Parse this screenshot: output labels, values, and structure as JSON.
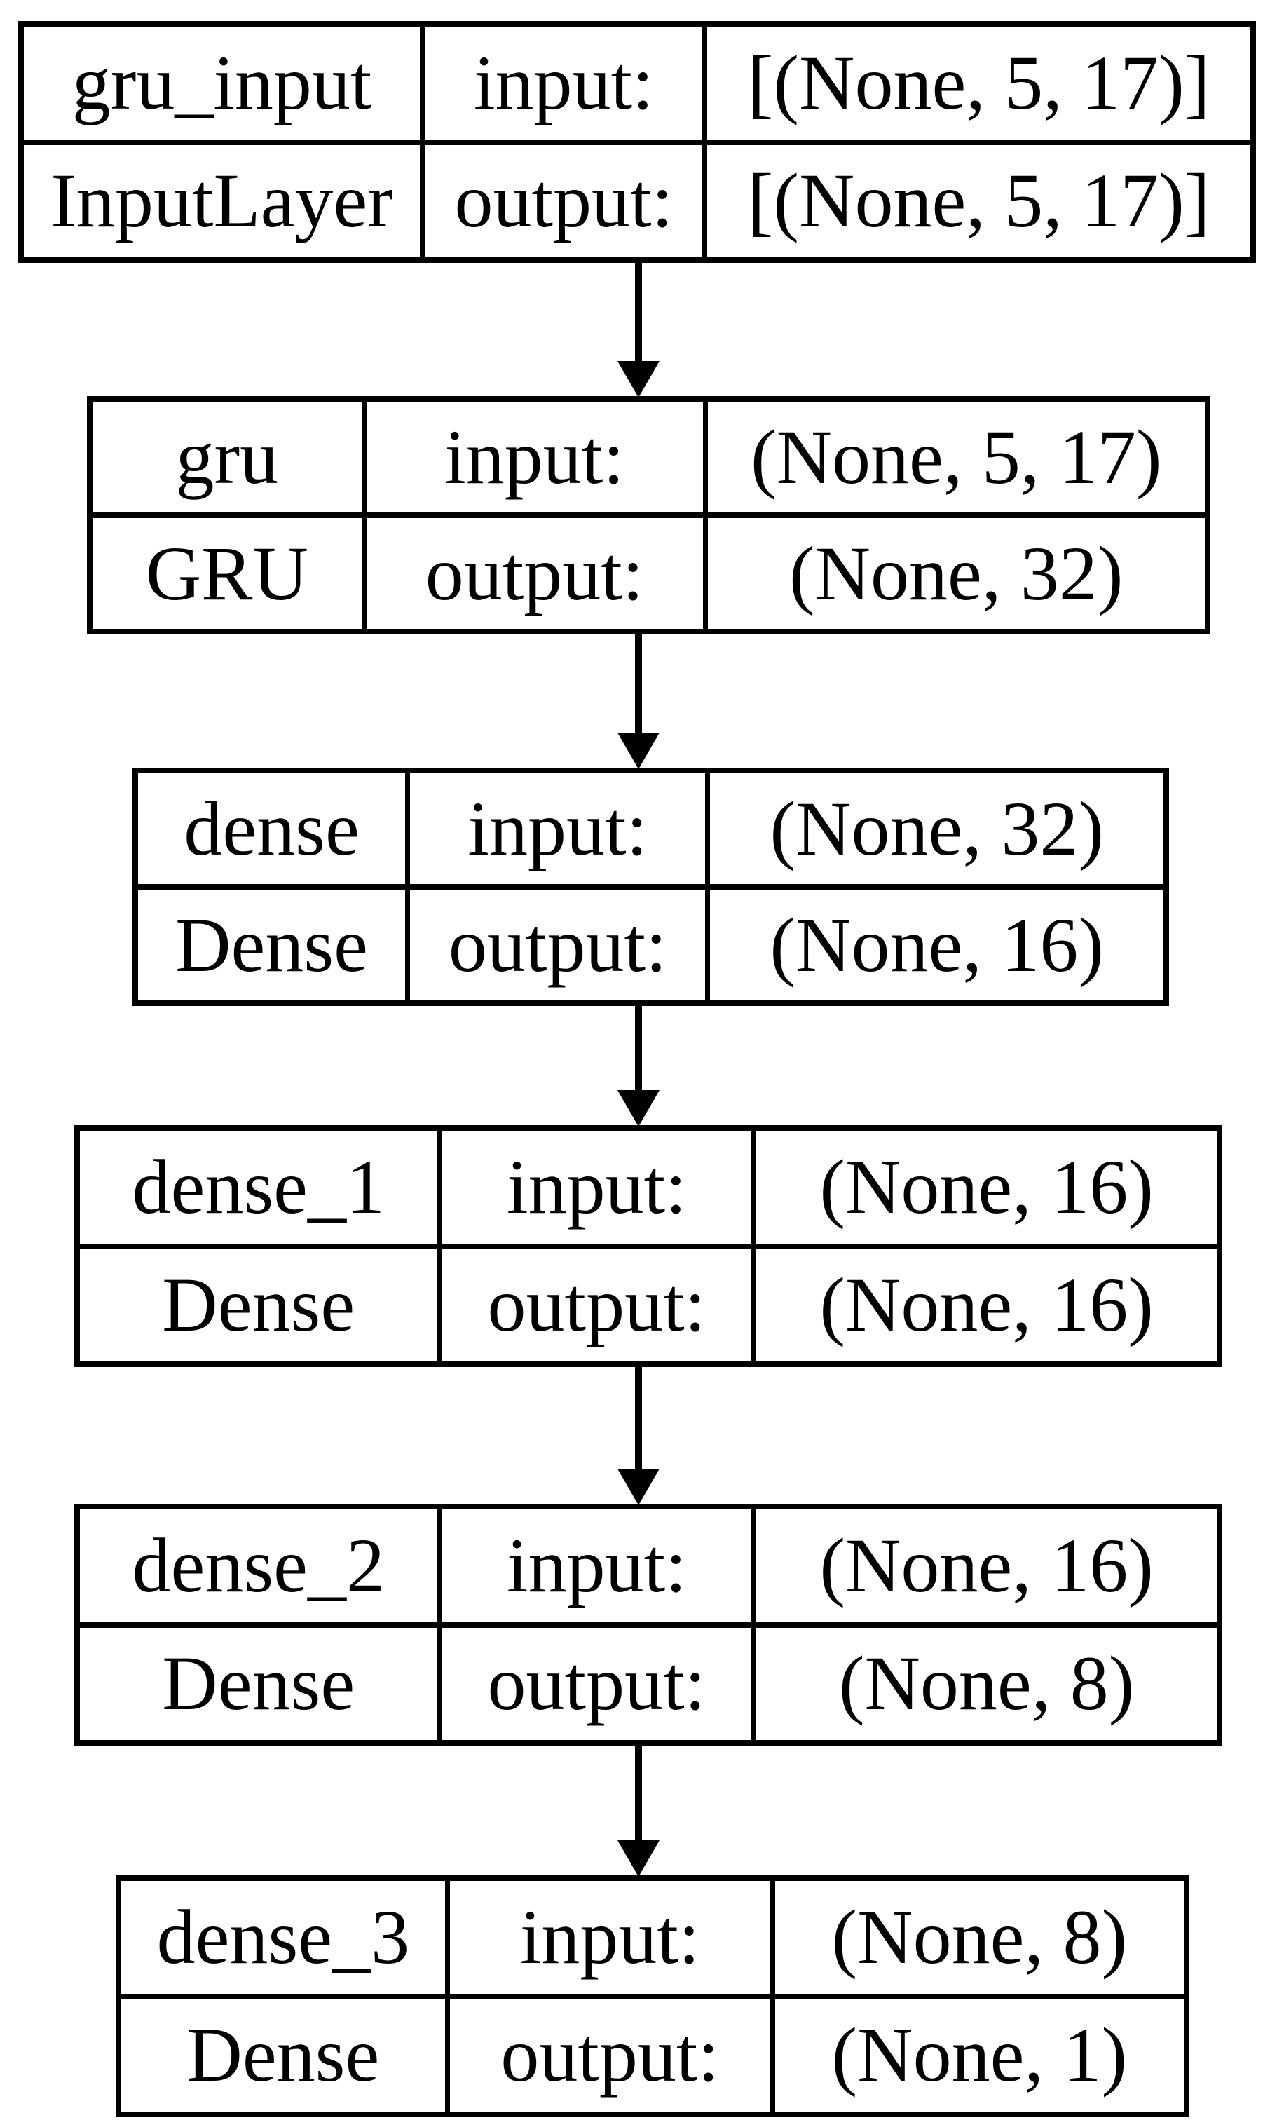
{
  "diagram": {
    "kind": "keras-model-plot",
    "colors": {
      "line": "#000000",
      "background": "#ffffff",
      "text": "#000000"
    },
    "labels": {
      "input": "input:",
      "output": "output:"
    },
    "layers": [
      {
        "name": "gru_input",
        "type": "InputLayer",
        "input_shape": "[(None, 5, 17)]",
        "output_shape": "[(None, 5, 17)]"
      },
      {
        "name": "gru",
        "type": "GRU",
        "input_shape": "(None, 5, 17)",
        "output_shape": "(None, 32)"
      },
      {
        "name": "dense",
        "type": "Dense",
        "input_shape": "(None, 32)",
        "output_shape": "(None, 16)"
      },
      {
        "name": "dense_1",
        "type": "Dense",
        "input_shape": "(None, 16)",
        "output_shape": "(None, 16)"
      },
      {
        "name": "dense_2",
        "type": "Dense",
        "input_shape": "(None, 16)",
        "output_shape": "(None, 8)"
      },
      {
        "name": "dense_3",
        "type": "Dense",
        "input_shape": "(None, 8)",
        "output_shape": "(None, 1)"
      }
    ],
    "edges": [
      {
        "from": "gru_input",
        "to": "gru"
      },
      {
        "from": "gru",
        "to": "dense"
      },
      {
        "from": "dense",
        "to": "dense_1"
      },
      {
        "from": "dense_1",
        "to": "dense_2"
      },
      {
        "from": "dense_2",
        "to": "dense_3"
      }
    ]
  }
}
